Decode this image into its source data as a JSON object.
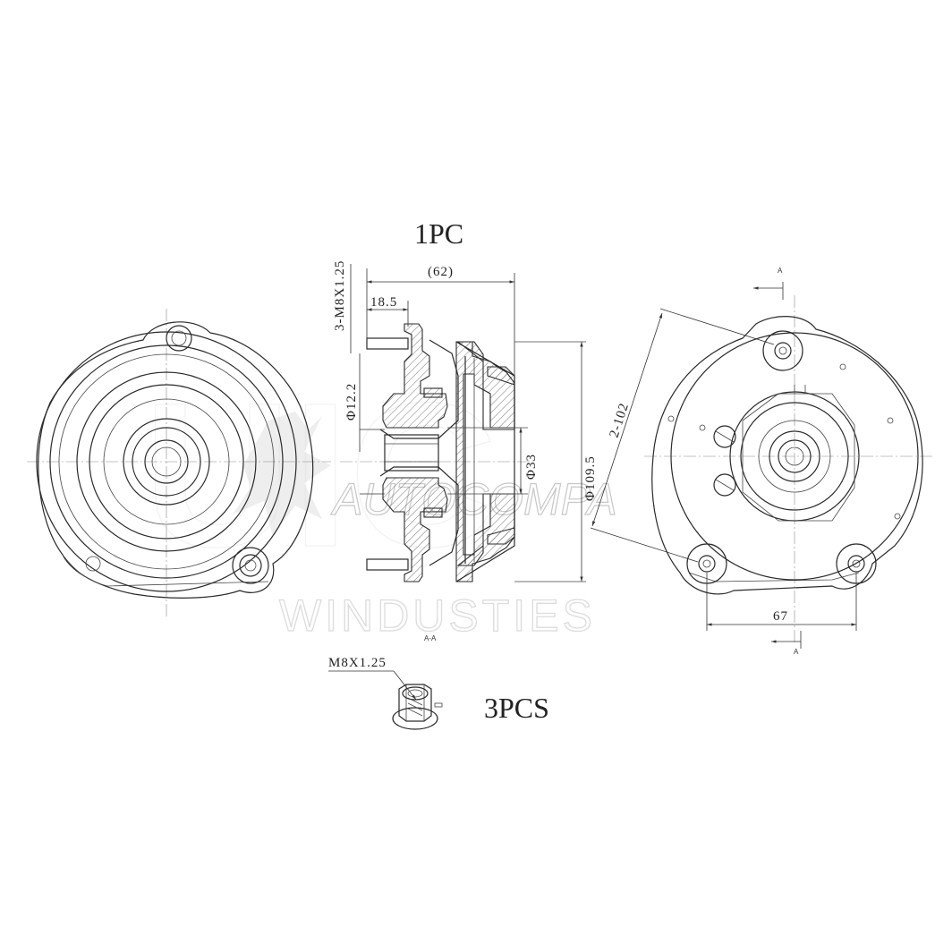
{
  "title": "1PC",
  "quantity_label": "3PCS",
  "nut_label": "M8X1.25",
  "dims": {
    "overall_width": "(62)",
    "offset": "18.5",
    "thread": "3-M8X1.25",
    "stud_dia": "Φ12.2",
    "bore_dia": "Φ33",
    "outer_dia": "Φ109.5",
    "bolt_spacing": "2-102",
    "bolt_spacing_horizontal": "67"
  },
  "section": {
    "marker_top": "A",
    "marker_bottom": "A",
    "view_label": "A-A"
  },
  "watermark": {
    "line1": "AUTOCOMPA",
    "line2": "WINDUSTIES"
  }
}
